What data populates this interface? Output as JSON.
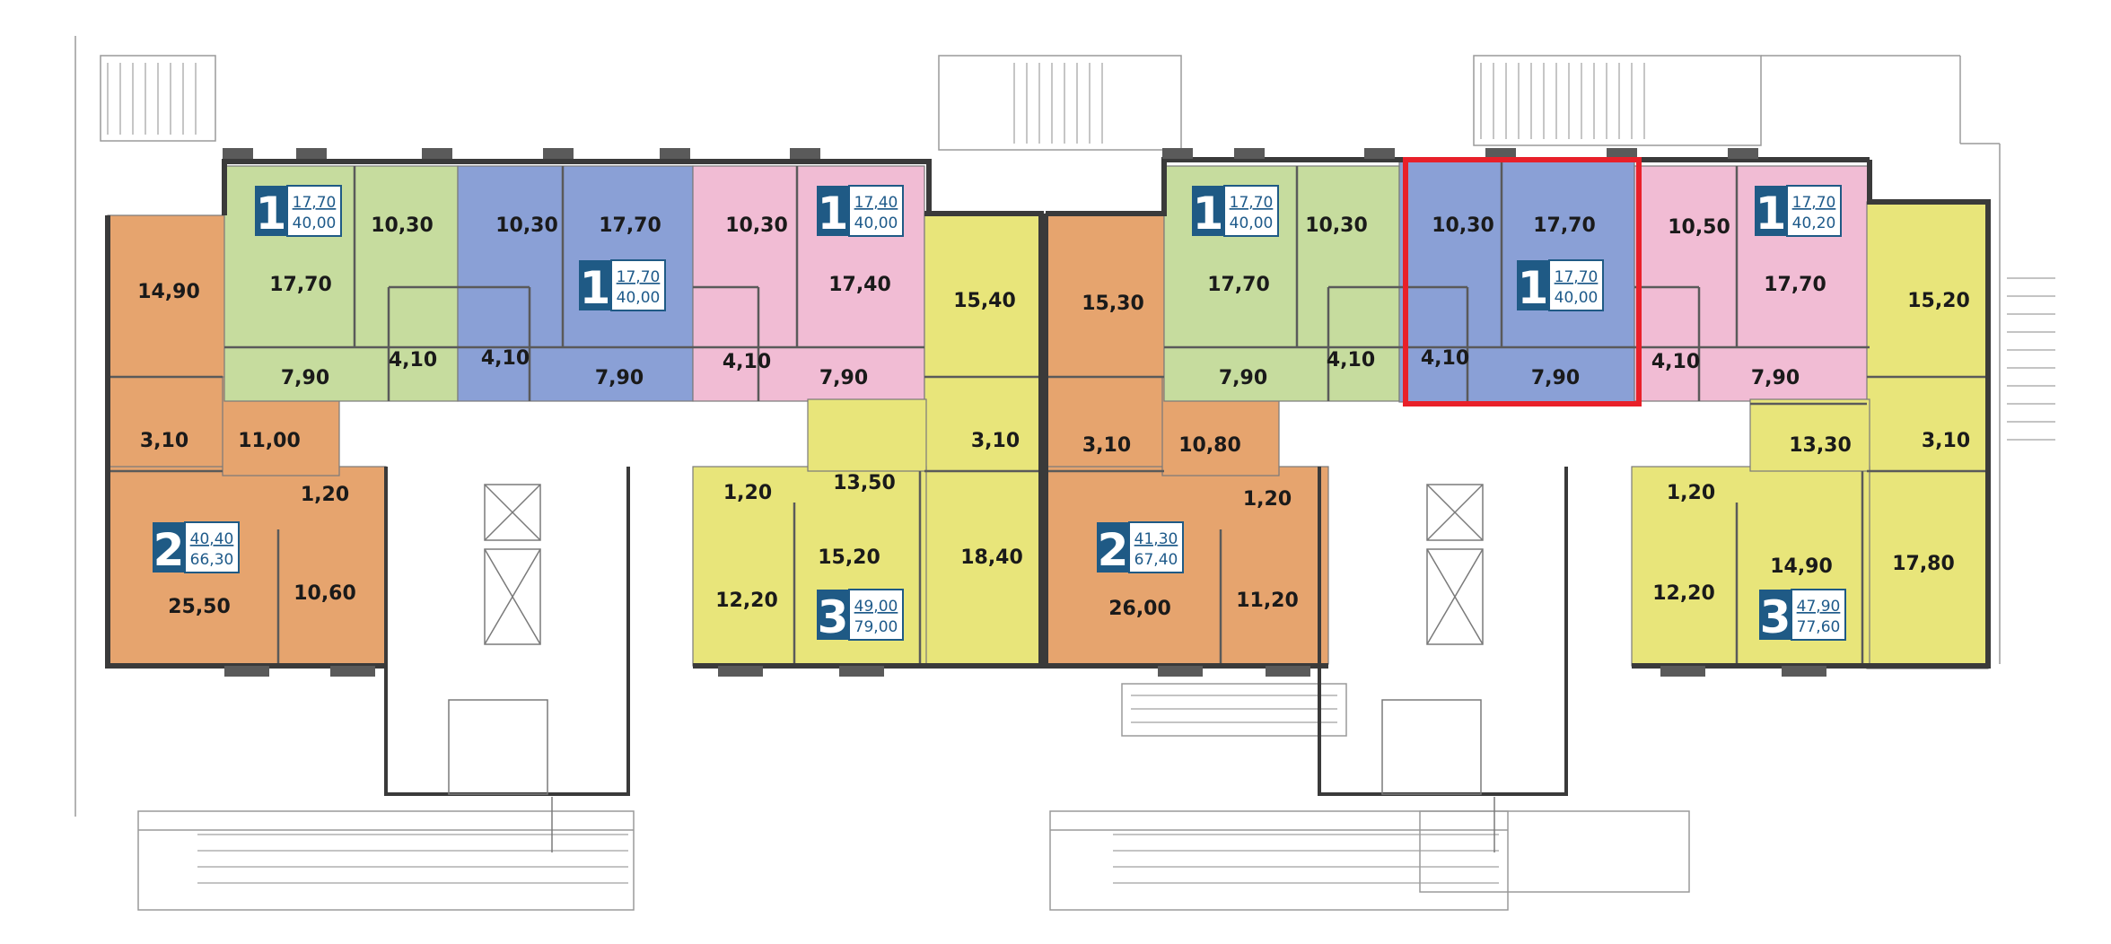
{
  "colors": {
    "green": "#c6dc9e",
    "blue": "#8aa0d6",
    "pink": "#f1bcd4",
    "yellow": "#e8e57a",
    "orange": "#e6a46e",
    "badge": "#1f5a85",
    "highlight": "#e8202a",
    "wall": "#6b6b6b"
  },
  "rooms": [
    "14,90",
    "17,70",
    "10,30",
    "10,30",
    "17,70",
    "10,30",
    "17,40",
    "15,40",
    "15,30",
    "17,70",
    "10,30",
    "10,30",
    "17,70",
    "10,50",
    "17,70",
    "15,20",
    "7,90",
    "4,10",
    "4,10",
    "7,90",
    "4,10",
    "7,90",
    "7,90",
    "4,10",
    "4,10",
    "7,90",
    "4,10",
    "7,90",
    "3,10",
    "11,00",
    "3,10",
    "13,50",
    "3,10",
    "10,80",
    "13,30",
    "3,10",
    "1,20",
    "1,20",
    "1,20",
    "1,20",
    "25,50",
    "10,60",
    "12,20",
    "15,20",
    "18,40",
    "26,00",
    "11,20",
    "12,20",
    "14,90",
    "17,80"
  ],
  "apartments": [
    {
      "rooms": "1",
      "living": "17,70",
      "total": "40,00"
    },
    {
      "rooms": "1",
      "living": "17,70",
      "total": "40,00"
    },
    {
      "rooms": "1",
      "living": "17,40",
      "total": "40,00"
    },
    {
      "rooms": "1",
      "living": "17,70",
      "total": "40,00"
    },
    {
      "rooms": "1",
      "living": "17,70",
      "total": "40,00"
    },
    {
      "rooms": "1",
      "living": "17,70",
      "total": "40,20"
    },
    {
      "rooms": "2",
      "living": "40,40",
      "total": "66,30"
    },
    {
      "rooms": "3",
      "living": "49,00",
      "total": "79,00"
    },
    {
      "rooms": "2",
      "living": "41,30",
      "total": "67,40"
    },
    {
      "rooms": "3",
      "living": "47,90",
      "total": "77,60"
    }
  ]
}
